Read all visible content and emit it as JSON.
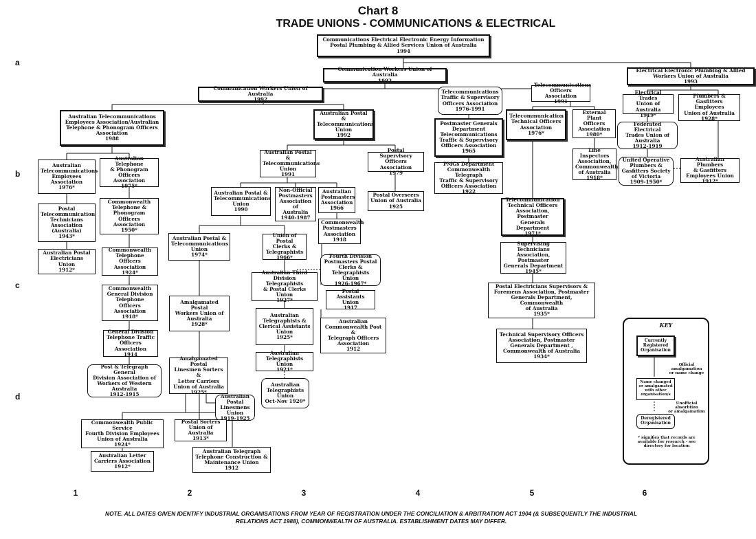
{
  "title": "Chart 8",
  "subtitle": "TRADE UNIONS - COMMUNICATIONS & ELECTRICAL",
  "row_labels": [
    "a",
    "b",
    "c",
    "d"
  ],
  "column_labels": [
    "1",
    "2",
    "3",
    "4",
    "5",
    "6"
  ],
  "note": "NOTE. ALL DATES GIVEN IDENTIFY INDUSTRIAL ORGANISATIONS FROM YEAR OF REGISTRATION UNDER THE CONCILIATION & ARBITRATION ACT 1904 (& SUBSEQUENTLY THE INDUSTRIAL RELATIONS ACT 1988), COMMONWEALTH OF AUSTRALIA. ESTABLISHMENT DATES MAY DIFFER.",
  "nodes": {
    "cepu": "Communications Electrical Electronic Energy Information\nPostal Plumbing & Allied Services Union of Australia\n1994",
    "cwu1993": "Communication Workers Union of Australia\n1993",
    "eepau": "Electrical Electronic Plumbing & Allied\nWorkers Union of Australia\n1993",
    "cwu1992": "Communication Workers Union of Australia\n1992",
    "ateaatpoa": "Australian Telecommunications\nEmployees Association/Australian\nTelephone & Phonogram Officers\nAssociation\n1988",
    "aptu1992": "Australian Postal &\nTelecommunications\nUnion\n1992",
    "ttsoa": "Telecommunications\nTraffic & Supervisory\nOfficers Association\n1976-1991",
    "toa1991": "Telecommunications\nOfficers Association\n1991",
    "etu": "Electrical Trades\nUnion of Australia\n1919*",
    "pgeu": "Plumbers &\nGasfitters Employees\nUnion of Australia\n1928*",
    "pmgdttsoa": "Postmaster Generals\nDepartment\nTelecommunications\nTraffic & Supervisory\nOfficers Association\n1965",
    "ttoa": "Telecommunication\nTechnical Officers\nAssociation\n1976*",
    "epoa": "External Plant\nOfficers\nAssociation\n1980*",
    "fetu": "Federated Electrical\nTrades Union of\nAustralia\n1912-1919",
    "atea": "Australian\nTelecommunications\nEmployees\nAssociation\n1976*",
    "atpoa": "Australian Telephone\n& Phonogram\nOfficers Association\n1975*",
    "aptu1991": "Australian Postal &\nTelecommunications\nUnion\n1991",
    "psoa": "Postal Supervisory\nOfficers Association\n1979",
    "pmgctsoa": "PMGs Department\nCommonwealth Telegraph\nTraffic & Supervisory\nOfficers Association\n1922",
    "lia": "Line Inspectors\nAssociation,\nCommonwealth\nof Australia\n1918*",
    "uopgs": "United Operative\nPlumbers &\nGasfitters Society\nof Victoria\n1909-1950*",
    "apgeu": "Australian Plumbers\n& Gasfitters\nEmployees Union\n1912*",
    "ptta": "Postal\nTelecommunication\nTechnicians\nAssociation\n(Australia)\n1943*",
    "ctpoa": "Commonwealth\nTelephone &\nPhonogram Officers\nAssociation\n1950*",
    "aptu1990": "Australian Postal &\nTelecommunications\nUnion\n1990",
    "nopaa": "Non-Official\nPostmasters\nAssociation of\nAustralia\n1940-1987",
    "apa": "Australian\nPostmasters\nAssociation\n1966",
    "pouа": "Postal Overseers\nUnion of Australia\n1925",
    "ttoapmgd": "Telecommunication\nTechnical Officers\nAssociation, Postmaster\nGenerals Department\n1971*",
    "apeu": "Australian Postal\nElectricians\nUnion\n1912*",
    "cpa": "Commonwealth\nPostmasters\nAssociation\n1918",
    "ctoa": "Commonwealth\nTelephone Officers\nAssociation\n1924*",
    "aptu1974": "Australian Postal &\nTelecommunications\nUnion\n1974*",
    "upct": "Union of Postal\nClerks &\nTelegraphists\n1966*",
    "fdppc": "Fourth Division\nPostmasters Postal\nClerks &\nTelegraphists Union\n1926-1967*",
    "stapmgd": "Supervising Technicians\nAssociation, Postmaster\nGenerals Department\n1945*",
    "atdtpcu": "Australian Third\nDivision Telegraphists\n& Postal Clerks Union\n1927*",
    "cgdtoa": "Commonwealth\nGeneral Division\nTelephone Officers\nAssociation\n1918*",
    "apwu": "Amalgamated Postal\nWorkers Union of\nAustralia\n1928*",
    "paau": "Postal Assistants Union\n1917",
    "pesfa": "Postal Electricians Supervisors &\nForemens Association, Postmaster\nGenerals Department, Commonwealth\nof Australia\n1935*",
    "atcau": "Australian\nTelegraphists &\nClerical Assistants\nUnion\n1925*",
    "acptoa": "Australian\nCommonwealth Post &\nTelegraph Officers\nAssociation\n1912",
    "gdttoa": "General Division\nTelephone Traffic\nOfficers Association\n1914",
    "tsoa": "Technical Supervisory Officers\nAssociation, Postmaster\nGenerals Department ,\nCommonwealth of Australia\n1934*",
    "atu1921": "Australian\nTelegraphists Union\n1921*",
    "ptgd": "Post & Telegraph General\nDivision Association of\nWorkers of Western\nAustralia\n1912-1915",
    "aplslc": "Amalgamated Postal\nLinesmen Sorters &\nLetter Carriers\nUnion of Australia\n1925*",
    "atu1920": "Australian\nTelegraphists\nUnion\nOct-Nov 1920*",
    "aplu": "Australian\nPostal\nLinesmens Union\n1919-1925",
    "cpsfde": "Commonwealth Public Service\nFourth Division Employees\nUnion of Australia\n1924*",
    "psu": "Postal Sorters\nUnion of Australia\n1913*",
    "alca": "Australian Letter\nCarriers Association\n1912*",
    "attcm": "Australian Telegraph\nTelephone Construction &\nMaintenance Union\n1912"
  },
  "key": {
    "title": "KEY",
    "registered": "Currently\nRegistered\nOrganisation",
    "official": "Official amalgamation\nor name change",
    "changed": "Name changed\nor amalgamated\nwith other\norganisation/s",
    "unofficial": "Unofficial absorbtion\nor amalgamation",
    "deregistered": "Deregistered\nOrganisation",
    "footnote": "* signifies that records are\navailable for research - see\ndirectory for location"
  }
}
